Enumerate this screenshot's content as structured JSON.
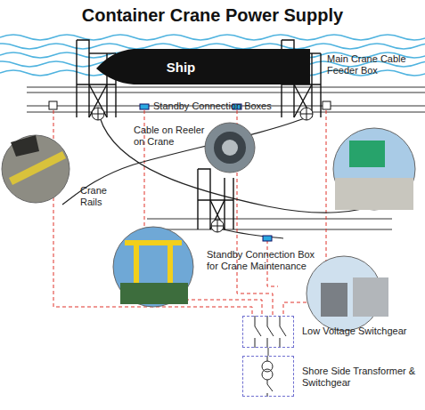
{
  "diagram": {
    "title": "Container Crane Power Supply",
    "nodes": [
      {
        "text": [
          "Ship"
        ]
      },
      {
        "text": [
          "Low Voltage Switchgear"
        ]
      },
      {
        "text": [
          "Shore Side Transformer & Switchgear"
        ]
      }
    ],
    "edges": [
      {
        "from": 1,
        "to": 2,
        "arrow": "none"
      }
    ],
    "labels": [
      "Main Crane Cable Feeder Box",
      "Standby Connection Boxes",
      "Cable on Reeler on Crane",
      "Crane Rails",
      "Standby Connection Box for Crane Maintenance"
    ]
  }
}
